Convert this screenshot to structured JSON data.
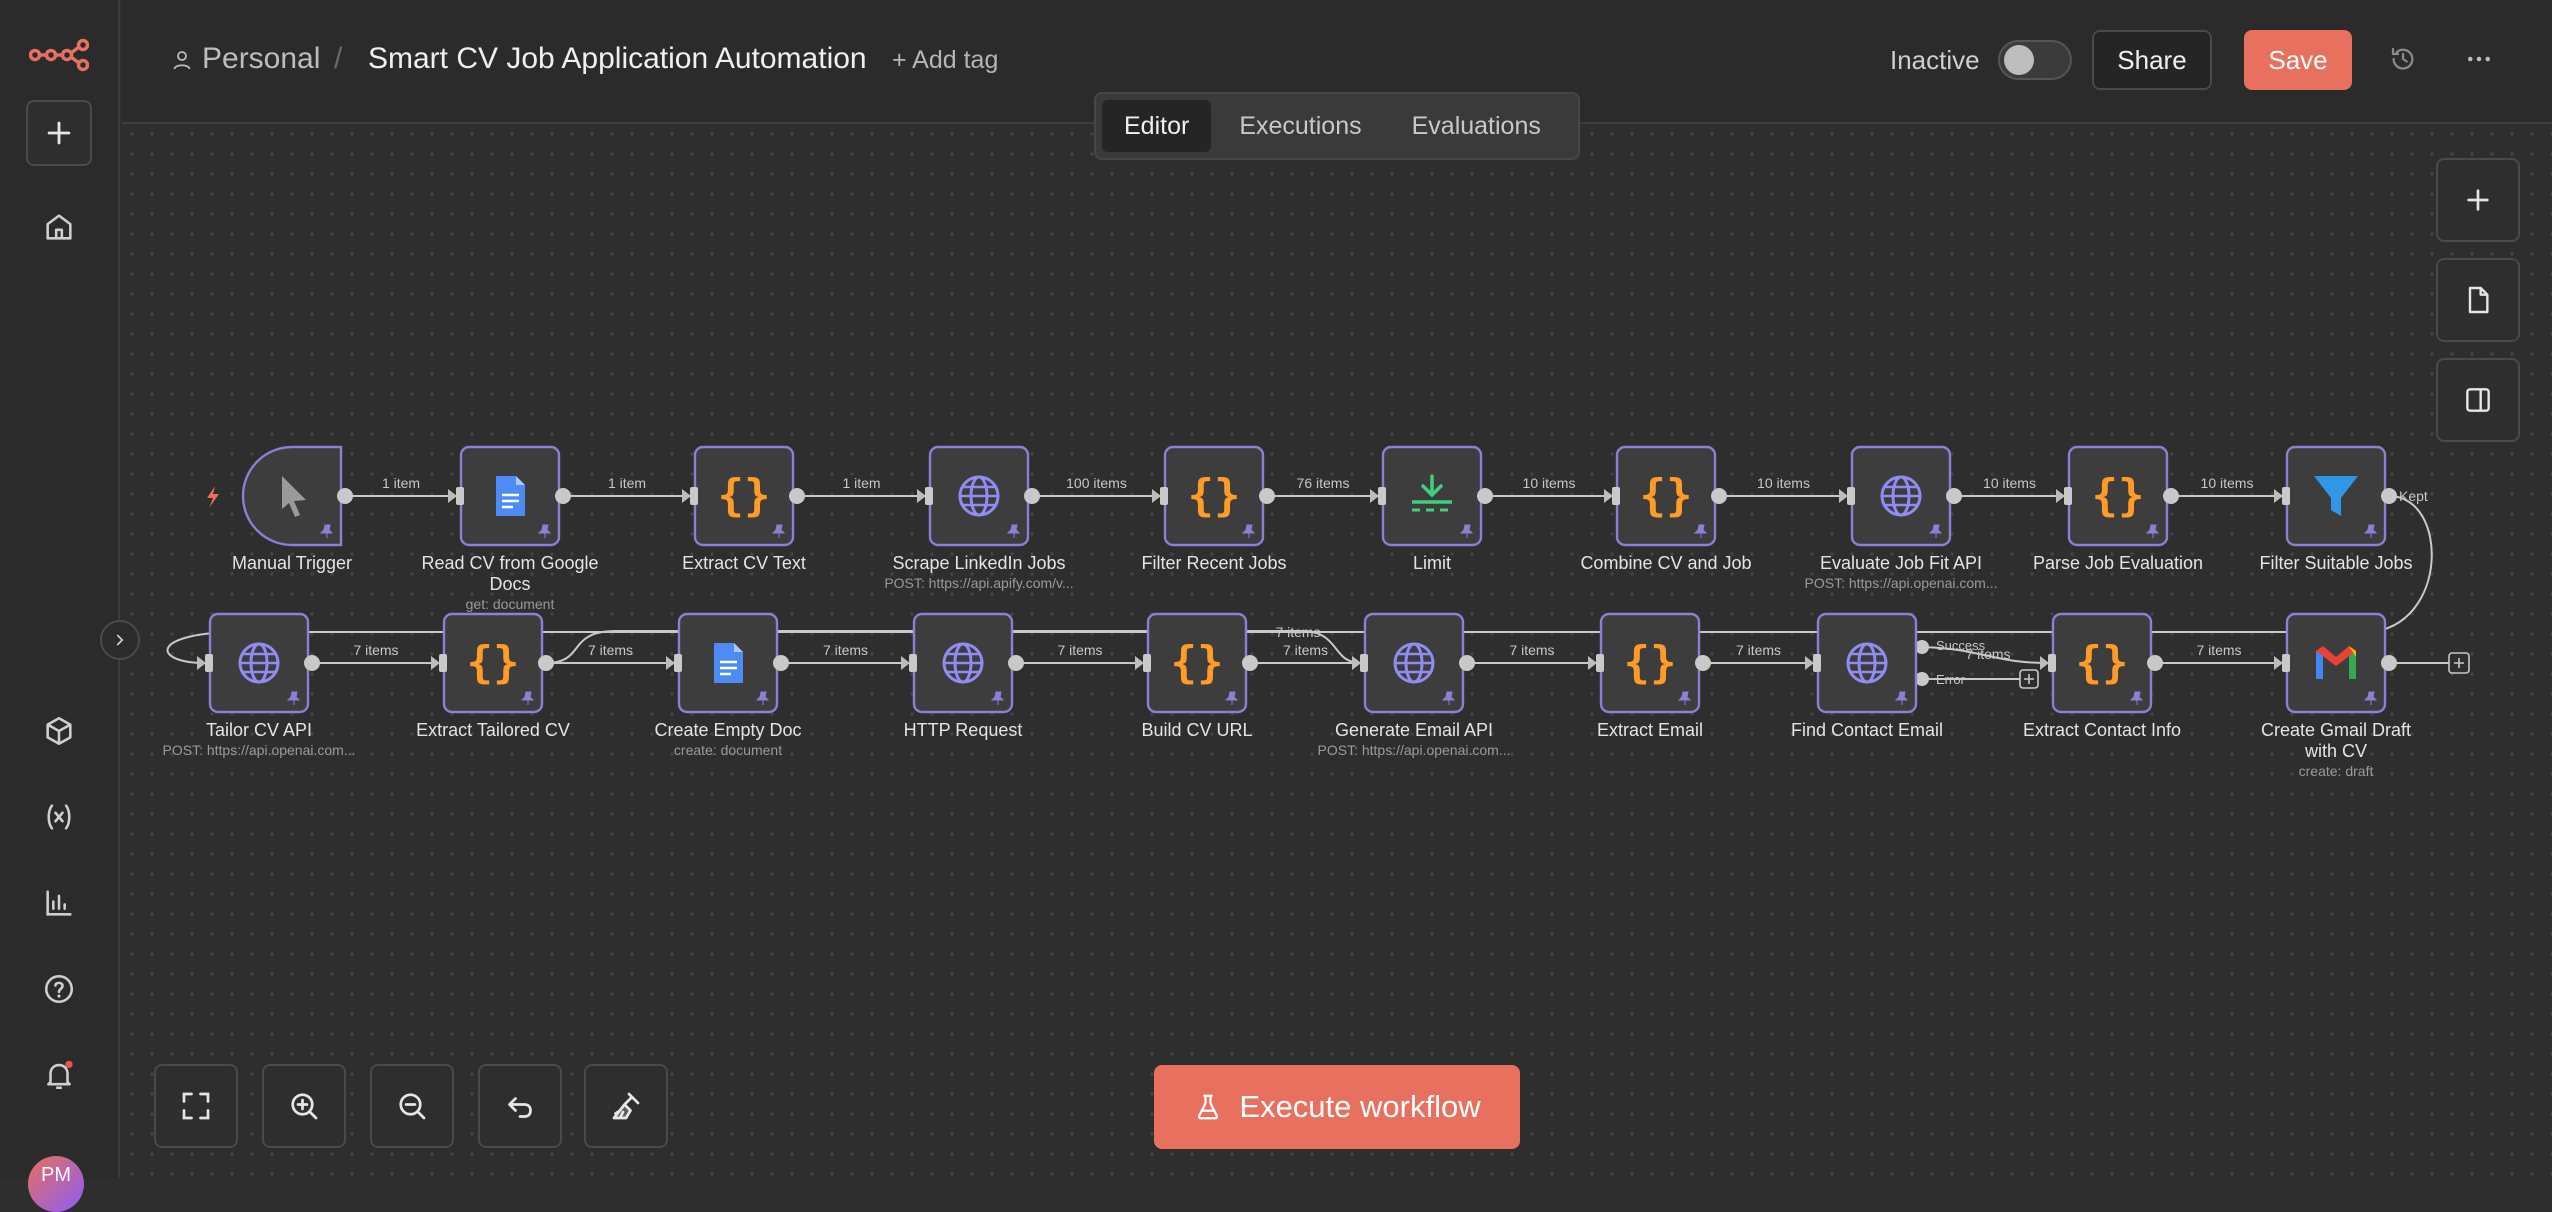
{
  "topbar": {
    "breadcrumb_owner": "Personal",
    "breadcrumb_separator": "/",
    "workflow_name": "Smart CV Job Application Automation",
    "add_tag": "+ Add tag",
    "status_label": "Inactive",
    "active": false,
    "share_label": "Share",
    "save_label": "Save"
  },
  "tabs": [
    {
      "label": "Editor",
      "active": true
    },
    {
      "label": "Executions",
      "active": false
    },
    {
      "label": "Evaluations",
      "active": false
    }
  ],
  "sidebar": {
    "items": [
      "n8n-logo-icon",
      "plus-icon",
      "home-icon",
      "cube-icon",
      "variables-icon",
      "chart-bar-icon",
      "help-icon",
      "bell-icon"
    ],
    "has_notification": true,
    "avatar_initials": "PM"
  },
  "execute_button": "Execute workflow",
  "workflow": {
    "nodes": [
      {
        "id": "manual",
        "name": "Manual Trigger",
        "subtitle": "",
        "icon": "cursor-icon",
        "trigger": true
      },
      {
        "id": "readcv",
        "name": "Read CV from Google Docs",
        "subtitle": "get: document",
        "icon": "google-docs-icon"
      },
      {
        "id": "extractcv",
        "name": "Extract CV Text",
        "subtitle": "",
        "icon": "code-icon"
      },
      {
        "id": "scrape",
        "name": "Scrape LinkedIn Jobs",
        "subtitle": "POST: https://api.apify.com/v...",
        "icon": "globe-icon"
      },
      {
        "id": "filterrecent",
        "name": "Filter Recent Jobs",
        "subtitle": "",
        "icon": "code-icon"
      },
      {
        "id": "limit",
        "name": "Limit",
        "subtitle": "",
        "icon": "limit-icon"
      },
      {
        "id": "combine",
        "name": "Combine CV and Job",
        "subtitle": "",
        "icon": "code-icon"
      },
      {
        "id": "evaluate",
        "name": "Evaluate Job Fit API",
        "subtitle": "POST: https://api.openai.com...",
        "icon": "globe-icon"
      },
      {
        "id": "parse",
        "name": "Parse Job Evaluation",
        "subtitle": "",
        "icon": "code-icon"
      },
      {
        "id": "filtersuitable",
        "name": "Filter Suitable Jobs",
        "subtitle": "",
        "icon": "filter-icon"
      },
      {
        "id": "tailor",
        "name": "Tailor CV API",
        "subtitle": "POST: https://api.openai.com...",
        "icon": "globe-icon"
      },
      {
        "id": "extracttailored",
        "name": "Extract Tailored CV",
        "subtitle": "",
        "icon": "code-icon"
      },
      {
        "id": "createdoc",
        "name": "Create Empty Doc",
        "subtitle": "create: document",
        "icon": "google-docs-icon"
      },
      {
        "id": "http",
        "name": "HTTP Request",
        "subtitle": "",
        "icon": "globe-icon"
      },
      {
        "id": "buildurl",
        "name": "Build CV URL",
        "subtitle": "",
        "icon": "code-icon"
      },
      {
        "id": "genemail",
        "name": "Generate Email API",
        "subtitle": "POST: https://api.openai.com...",
        "icon": "globe-icon"
      },
      {
        "id": "extractemail",
        "name": "Extract Email",
        "subtitle": "",
        "icon": "code-icon"
      },
      {
        "id": "findcontact",
        "name": "Find Contact Email",
        "subtitle": "",
        "icon": "globe-icon"
      },
      {
        "id": "extractcontact",
        "name": "Extract Contact Info",
        "subtitle": "",
        "icon": "code-icon"
      },
      {
        "id": "gmail",
        "name": "Create Gmail Draft with CV",
        "subtitle": "create: draft",
        "icon": "gmail-icon"
      }
    ],
    "connections": [
      {
        "from": "manual",
        "to": "readcv",
        "label": "1 item"
      },
      {
        "from": "readcv",
        "to": "extractcv",
        "label": "1 item"
      },
      {
        "from": "extractcv",
        "to": "scrape",
        "label": "1 item"
      },
      {
        "from": "scrape",
        "to": "filterrecent",
        "label": "100 items"
      },
      {
        "from": "filterrecent",
        "to": "limit",
        "label": "76 items"
      },
      {
        "from": "limit",
        "to": "combine",
        "label": "10 items"
      },
      {
        "from": "combine",
        "to": "evaluate",
        "label": "10 items"
      },
      {
        "from": "evaluate",
        "to": "parse",
        "label": "10 items"
      },
      {
        "from": "parse",
        "to": "filtersuitable",
        "label": "10 items"
      },
      {
        "from": "filtersuitable",
        "to": "tailor",
        "label": "Kept"
      },
      {
        "from": "tailor",
        "to": "extracttailored",
        "label": "7 items"
      },
      {
        "from": "extracttailored",
        "to": "createdoc",
        "label": "7 items"
      },
      {
        "from": "createdoc",
        "to": "http",
        "label": "7 items"
      },
      {
        "from": "http",
        "to": "buildurl",
        "label": "7 items"
      },
      {
        "from": "buildurl",
        "to": "genemail",
        "label": "7 items"
      },
      {
        "from": "extracttailored",
        "to": "genemail",
        "label": "7 items"
      },
      {
        "from": "genemail",
        "to": "extractemail",
        "label": "7 items"
      },
      {
        "from": "extractemail",
        "to": "findcontact",
        "label": "7 items"
      },
      {
        "from": "findcontact",
        "to": "extractcontact",
        "label": "7 items",
        "port": "Success"
      },
      {
        "from": "extractcontact",
        "to": "gmail",
        "label": "7 items"
      }
    ],
    "error_port_label": "Error"
  },
  "colors": {
    "accent": "#e8705e",
    "node_border": "#8b7fd6",
    "node_fill": "#3d3d3d",
    "code_icon": "#ff9b26",
    "globe_icon": "#8f8cf2",
    "limit_icon": "#3ed07a",
    "filter_icon": "#2f96e8",
    "docs_icon": "#4d8cf5"
  }
}
